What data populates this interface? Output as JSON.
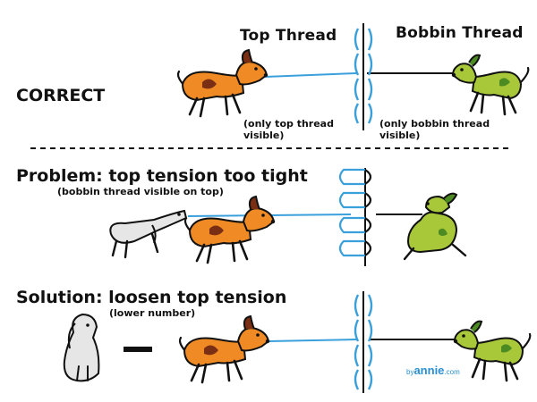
{
  "headers": {
    "top_thread": "Top Thread",
    "bobbin_thread": "Bobbin Thread"
  },
  "rows": {
    "correct": {
      "label": "CORRECT",
      "note_left": "(only top thread visible)",
      "note_right": "(only bobbin thread visible)"
    },
    "problem": {
      "title": "Problem: top tension too tight",
      "subtitle": "(bobbin thread visible on top)"
    },
    "solution": {
      "title": "Solution: loosen top tension",
      "subtitle": "(lower number)",
      "operator": "–"
    }
  },
  "logo": {
    "by": "by",
    "name": "annie",
    "suffix": ".com"
  },
  "colors": {
    "top_thread": "#3aa0dc",
    "bobbin_thread": "#111111",
    "orange_dog": "#f08a24",
    "green_dog": "#a8c83a",
    "gray_dog": "#e6e6e6",
    "outline": "#111111",
    "spot": "#7a2f14",
    "logo": "#2a8fd0"
  },
  "icons": [
    "orange-dog-icon",
    "green-dog-icon",
    "gray-dog-icon",
    "sitting-dog-icon",
    "fabric-line-icon"
  ]
}
